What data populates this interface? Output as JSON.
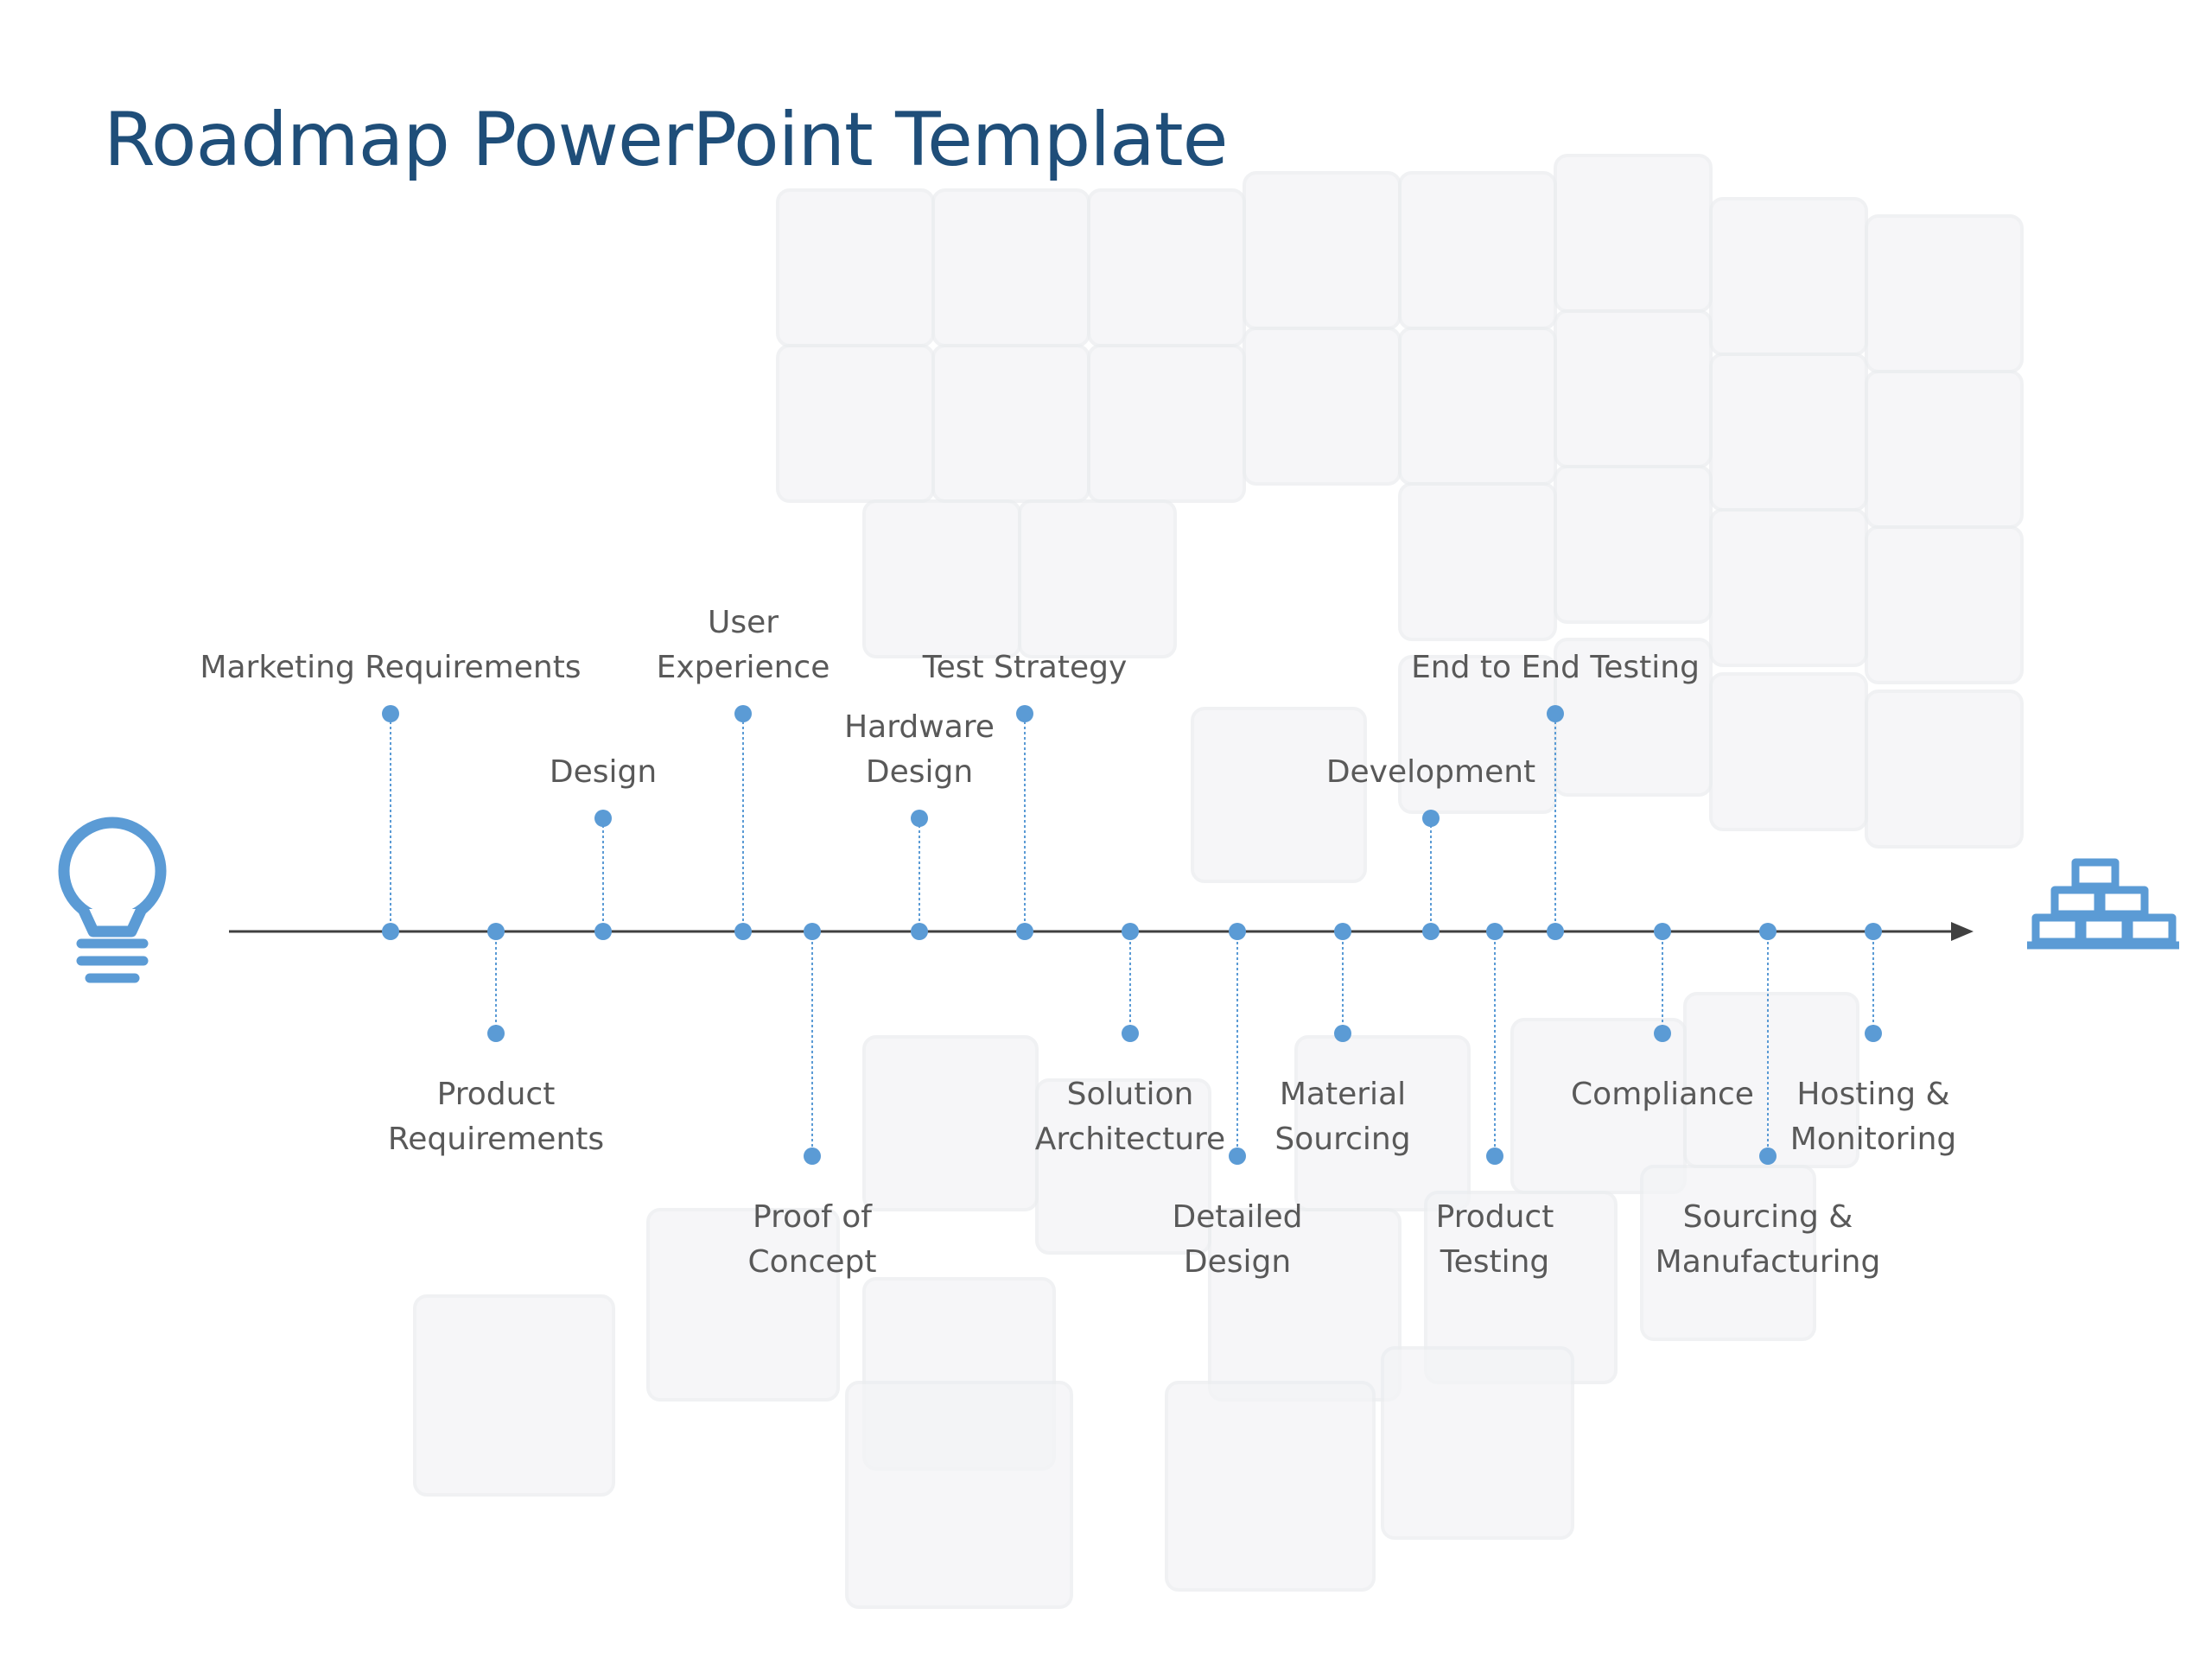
{
  "title": "Roadmap PowerPoint Template",
  "colors": {
    "title": "#1f4e79",
    "accent": "#5b9bd5",
    "axis": "#404040",
    "label": "#595959",
    "background_blocks": "#f3f4f6"
  },
  "icons": {
    "start": "lightbulb-icon",
    "end": "gold-bars-icon"
  },
  "milestones": [
    {
      "label": [
        "Marketing Requirements"
      ],
      "side": "above",
      "level": 2
    },
    {
      "label": [
        "Product",
        "Requirements"
      ],
      "side": "below",
      "level": 1
    },
    {
      "label": [
        "Design"
      ],
      "side": "above",
      "level": 1
    },
    {
      "label": [
        "User",
        "Experience"
      ],
      "side": "above",
      "level": 2
    },
    {
      "label": [
        "Proof of",
        "Concept"
      ],
      "side": "below",
      "level": 2
    },
    {
      "label": [
        "Hardware",
        "Design"
      ],
      "side": "above",
      "level": 1
    },
    {
      "label": [
        "Test Strategy"
      ],
      "side": "above",
      "level": 2
    },
    {
      "label": [
        "Solution",
        "Architecture"
      ],
      "side": "below",
      "level": 1
    },
    {
      "label": [
        "Detailed",
        "Design"
      ],
      "side": "below",
      "level": 2
    },
    {
      "label": [
        "Material",
        "Sourcing"
      ],
      "side": "below",
      "level": 1
    },
    {
      "label": [
        "Development"
      ],
      "side": "above",
      "level": 1
    },
    {
      "label": [
        "Product",
        "Testing"
      ],
      "side": "below",
      "level": 2
    },
    {
      "label": [
        "End to End Testing"
      ],
      "side": "above",
      "level": 2
    },
    {
      "label": [
        "Compliance"
      ],
      "side": "below",
      "level": 1
    },
    {
      "label": [
        "Sourcing &",
        "Manufacturing"
      ],
      "side": "below",
      "level": 2
    },
    {
      "label": [
        "Hosting &",
        "Monitoring"
      ],
      "side": "below",
      "level": 1
    }
  ]
}
